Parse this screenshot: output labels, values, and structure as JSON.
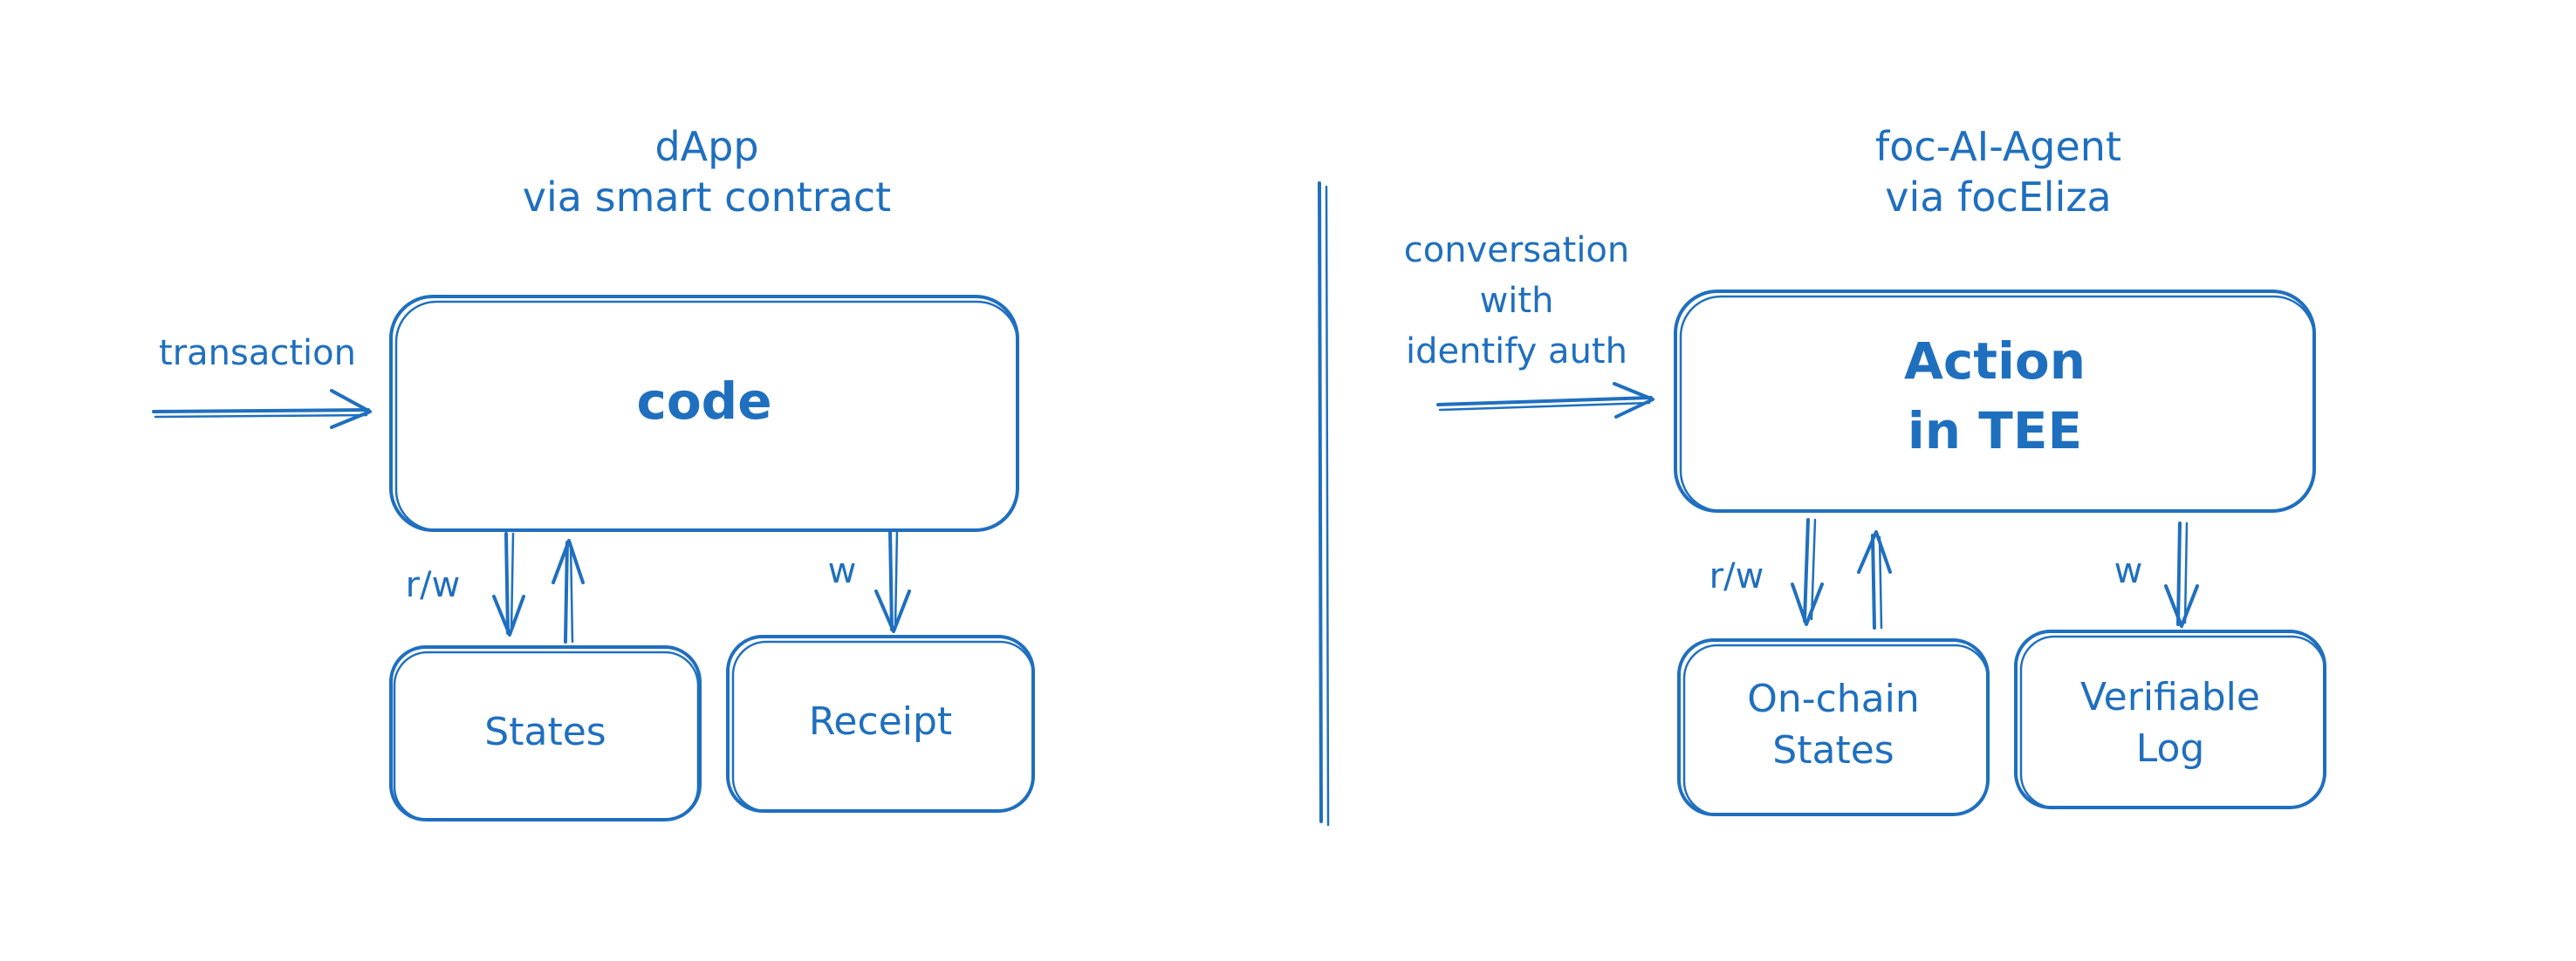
{
  "colors": {
    "stroke": "#1f6fbf",
    "background": "#ffffff"
  },
  "left": {
    "title": [
      "dApp",
      "via smart contract"
    ],
    "input_label": "transaction",
    "main_box": "code",
    "rw_label": "r/w",
    "w_label": "w",
    "box_a": "States",
    "box_b": "Receipt"
  },
  "right": {
    "title": [
      "foc-AI-Agent",
      "via focEliza"
    ],
    "input_label": [
      "conversation",
      "with",
      "identify auth"
    ],
    "main_box": [
      "Action",
      "in TEE"
    ],
    "rw_label": "r/w",
    "w_label": "w",
    "box_a": [
      "On-chain",
      "States"
    ],
    "box_b": [
      "Verifiable",
      "Log"
    ]
  }
}
